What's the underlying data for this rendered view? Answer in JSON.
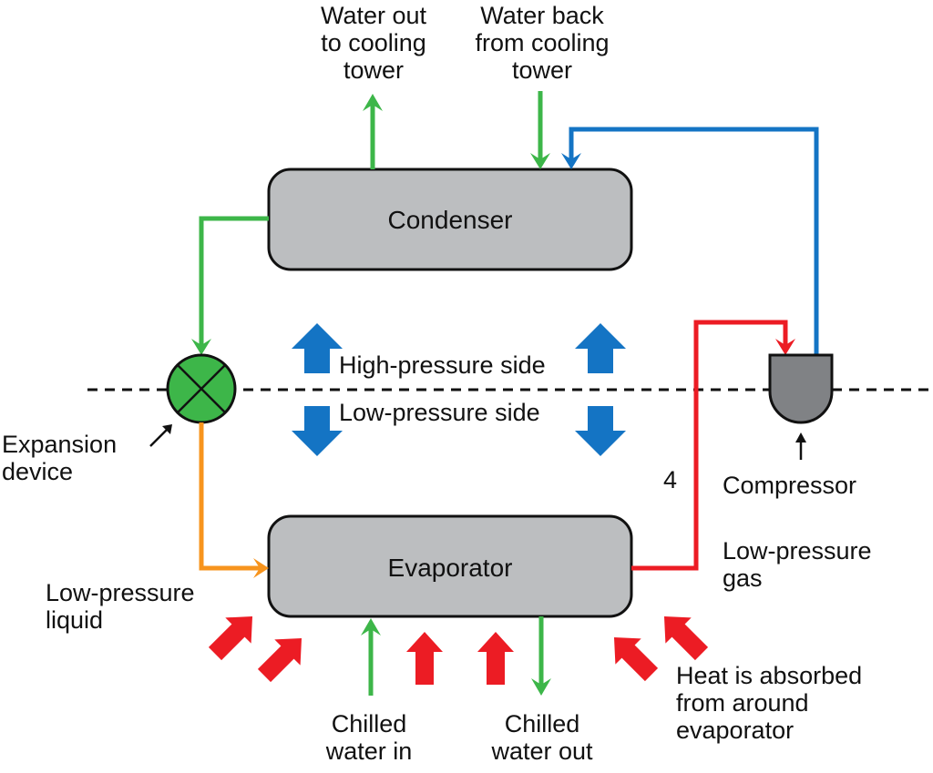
{
  "colors": {
    "water_green": "#3db649",
    "high_pressure_blue": "#1474c4",
    "heat_red": "#ec1c24",
    "low_pressure_orange": "#f7941d",
    "component_gray": "#bcbec0",
    "compressor_gray": "#808285",
    "valve_green": "#3db649"
  },
  "components": {
    "condenser": "Condenser",
    "evaporator": "Evaporator",
    "compressor": "Compressor",
    "expansion_device": [
      "Expansion",
      "device"
    ]
  },
  "labels": {
    "water_out": [
      "Water out",
      "to cooling",
      "tower"
    ],
    "water_back": [
      "Water back",
      "from cooling",
      "tower"
    ],
    "high_pressure_side": "High-pressure side",
    "low_pressure_side": "Low-pressure side",
    "stray_number": "4",
    "low_pressure_gas": [
      "Low-pressure",
      "gas"
    ],
    "low_pressure_liquid": [
      "Low-pressure",
      "liquid"
    ],
    "chilled_water_in": [
      "Chilled",
      "water in"
    ],
    "chilled_water_out": [
      "Chilled",
      "water out"
    ],
    "heat_absorbed": [
      "Heat is absorbed",
      "from around",
      "evaporator"
    ]
  }
}
